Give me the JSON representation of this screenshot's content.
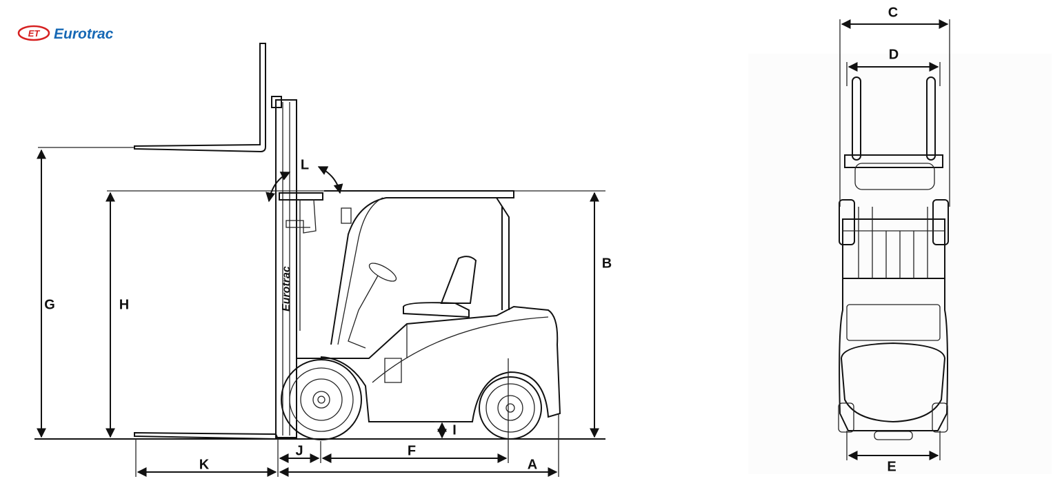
{
  "brand": {
    "name": "Eurotrac",
    "monogram": "ET",
    "color": "#1668b5",
    "accent": "#d62020"
  },
  "mast_branding": "Eurotrac",
  "dimension_labels": {
    "A": "A",
    "B": "B",
    "C": "C",
    "D": "D",
    "E": "E",
    "F": "F",
    "G": "G",
    "H": "H",
    "I": "I",
    "J": "J",
    "K": "K",
    "L": "L"
  }
}
